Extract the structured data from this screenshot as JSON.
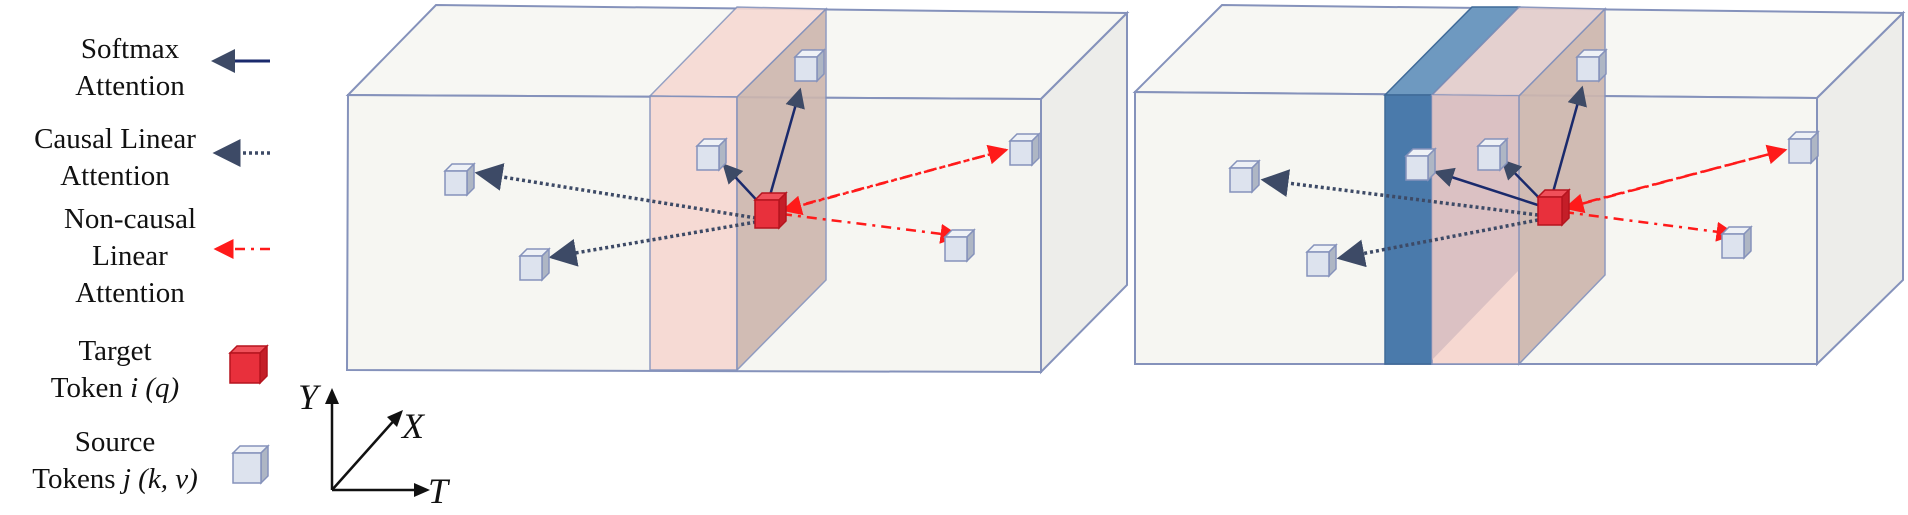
{
  "legend": {
    "softmax": {
      "line1": "Softmax",
      "line2": "Attention"
    },
    "causal": {
      "line1": "Causal Linear",
      "line2": "Attention"
    },
    "noncausal": {
      "line1": "Non-causal",
      "line2": "Linear",
      "line3": "Attention"
    },
    "target": {
      "line1": "Target",
      "word": "Token",
      "var": "i",
      "paren": "(q)"
    },
    "source": {
      "line1": "Source",
      "word": "Tokens",
      "var": "j",
      "paren": "(k, v)"
    }
  },
  "axes": {
    "y": "Y",
    "x": "X",
    "t": "T"
  },
  "colors": {
    "softmax": "#1a2a6c",
    "causal": "#3d4a66",
    "noncausal": "#ff1a1a",
    "target": "#e8303c",
    "source": "#dde3ee",
    "slab_pink": "#f6d8d1",
    "slab_side": "#cdb6ae",
    "slab_blue": "#4a7aab",
    "box_outline": "#8592bb"
  }
}
